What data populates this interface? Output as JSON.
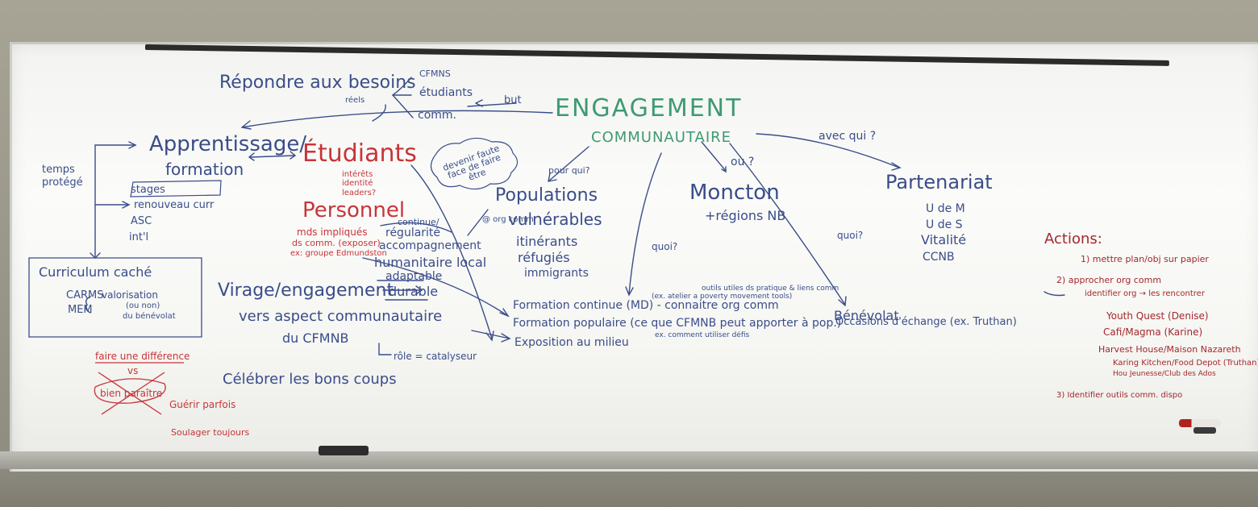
{
  "board": {
    "repondre": "Répondre aux besoins",
    "reels": "réels",
    "cfmns": "CFMNS",
    "etudiants_small": "étudiants",
    "comm": "comm.",
    "but": "but",
    "engagement": "ENGAGEMENT",
    "communautaire": "COMMUNAUTAIRE",
    "avec_qui": "avec qui ?",
    "apprentissage": "Apprentissage/",
    "formation": "formation",
    "temps": "temps",
    "protege": "protégé",
    "stages": "stages",
    "renouveau": "renouveau curr",
    "asc": "ASC",
    "intl": "int'l",
    "etudiants_big": "Étudiants",
    "interets": "intérêts",
    "identite": "identité",
    "leaders": "leaders?",
    "cloud": "devenir faute face de faire être",
    "personnel": "Personnel",
    "mds": "mds impliqués",
    "ds_comm": "ds comm. (exposer)",
    "ex_groupe": "ex: groupe Edmundston",
    "continue": "continue/",
    "regularite": "régularité",
    "accompagnement": "accompagnement",
    "humanitaire": "humanitaire local",
    "adaptable": "adaptable",
    "pour_qui": "pour qui?",
    "populations": "Populations",
    "vulnerables": "vulnérables",
    "org_comm": "@ org comm",
    "itinerants": "itinérants",
    "refugies": "réfugiés",
    "immigrants": "immigrants",
    "ou": "où ?",
    "moncton": "Moncton",
    "regions": "+régions NB",
    "quoi1": "quoi?",
    "quoi2": "quoi?",
    "partenariat": "Partenariat",
    "udem": "U de M",
    "udes": "U de S",
    "vitalite": "Vitalité",
    "ccnb": "CCNB",
    "benevolat": "Bénévolat",
    "occasions": "Occasions d'échange (ex. Truthan)",
    "curriculum": "Curriculum caché",
    "carms": "CARMS",
    "mem": "MEM",
    "valorisation": "valorisation",
    "ou_non": "(ou non)",
    "du_benevolat": "du bénévolat",
    "virage": "Virage/engagement",
    "durable": "durable",
    "vers": "vers aspect communautaire",
    "du_cfmnb": "du CFMNB",
    "role": "rôle = catalyseur",
    "formation_continue": "Formation continue (MD) - connaitre org comm",
    "ex_atelier": "(ex. atelier a poverty movement tools)",
    "outils": "outils utiles ds pratique & liens comm",
    "formation_populaire": "Formation populaire (ce que CFMNB peut apporter à pop.)",
    "ex_comment": "ex. comment utiliser défis",
    "exposition": "Exposition au milieu",
    "faire": "faire une différence",
    "vs": "vs",
    "bien_paraitre": "bien paraître",
    "guerir": "Guérir parfois",
    "soulager": "Soulager toujours",
    "celebrer": "Célébrer les bons coups",
    "actions": "Actions:",
    "a1": "1) mettre plan/obj sur papier",
    "a2": "2) approcher org comm",
    "a2b": "identifier org → les rencontrer",
    "youth": "Youth Quest (Denise)",
    "cafi": "Cafi/Magma (Karine)",
    "harvest": "Harvest House/Maison Nazareth",
    "karing": "Karing Kitchen/Food Depot (Truthan)",
    "hou": "Hou Jeunesse/Club des Ados",
    "a3": "3) Identifier outils comm. dispo"
  },
  "colors": {
    "blue_marker": "#3a4d8a",
    "green_marker": "#3d9a73",
    "red_marker": "#c7353a"
  }
}
